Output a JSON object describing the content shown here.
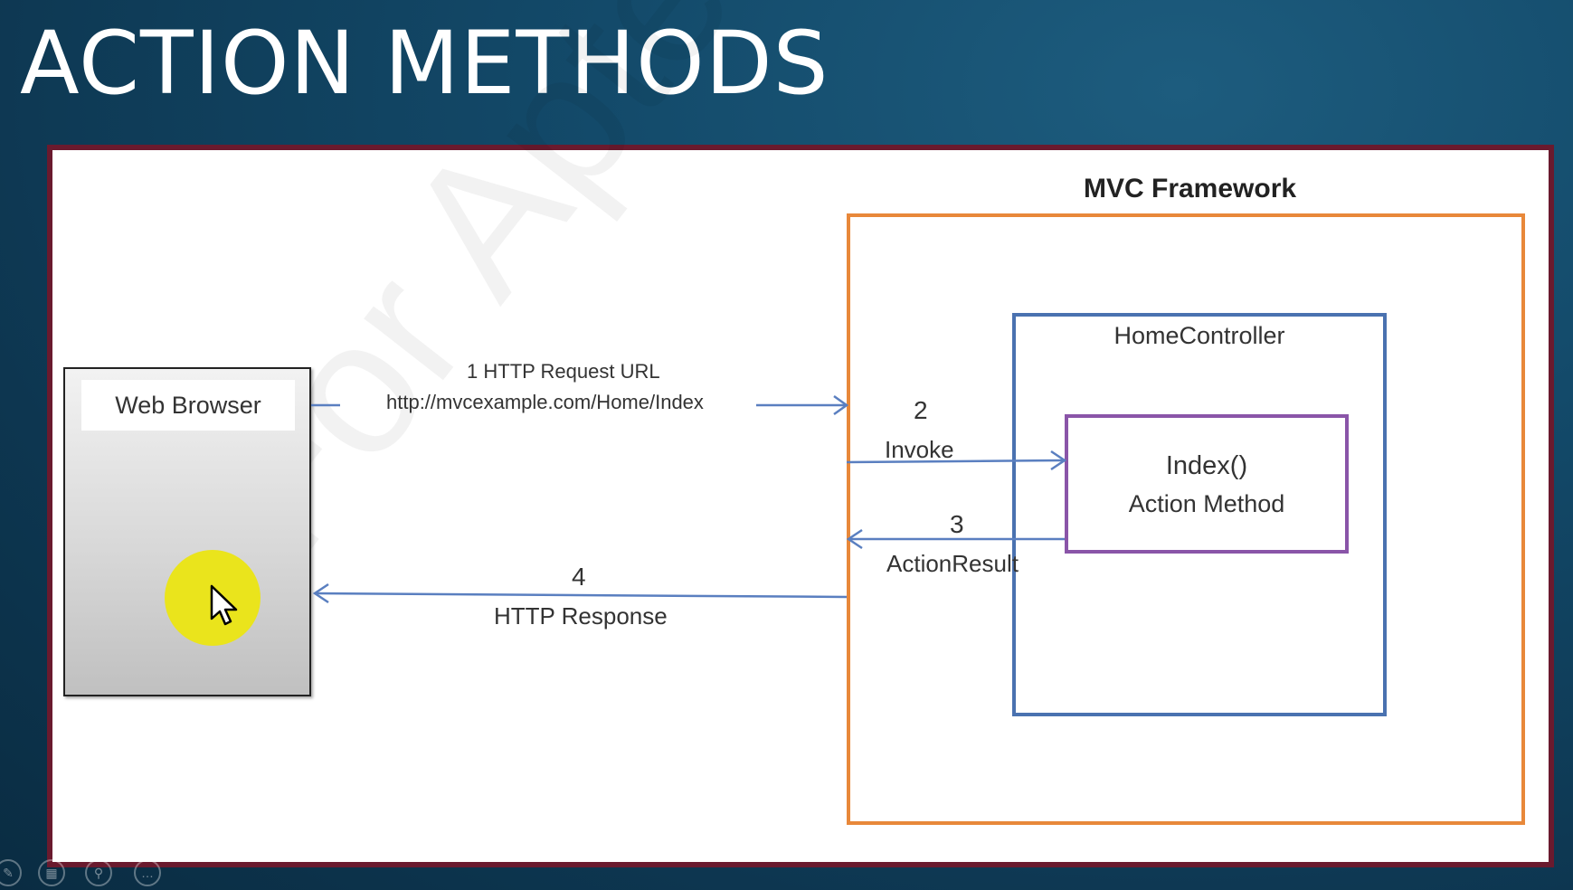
{
  "slide": {
    "title": "ACTION METHODS"
  },
  "diagram": {
    "watermark": "For Aptech Ce",
    "browser": {
      "label": "Web Browser"
    },
    "framework": {
      "label": "MVC Framework"
    },
    "controller": {
      "label": "HomeController"
    },
    "action": {
      "name": "Index()",
      "subtitle": "Action Method"
    },
    "steps": [
      {
        "number": "1",
        "title": "HTTP Request URL",
        "detail": "http://mvcexample.com/Home/Index"
      },
      {
        "number": "2",
        "title": "Invoke"
      },
      {
        "number": "3",
        "title": "ActionResult"
      },
      {
        "number": "4",
        "title": "HTTP Response"
      }
    ],
    "colors": {
      "frame_border": "#6a1a2e",
      "framework_border": "#e8883a",
      "controller_border": "#4a72b0",
      "action_border": "#8a55a8",
      "arrow": "#5a7fc0",
      "cursor_highlight": "#eae41c"
    }
  },
  "toolbar": {
    "icons": [
      "pen-icon",
      "grid-icon",
      "zoom-icon",
      "more-icon"
    ]
  }
}
